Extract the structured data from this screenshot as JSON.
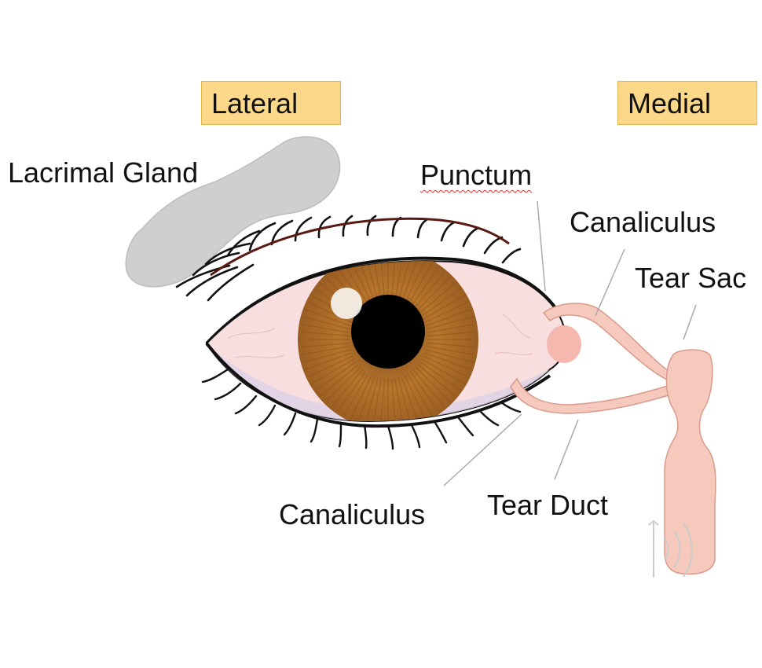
{
  "orientation": {
    "lateral_label": "Lateral",
    "medial_label": "Medial"
  },
  "labels": {
    "lacrimal_gland": "Lacrimal Gland",
    "punctum": "Punctum",
    "canaliculus_upper": "Canaliculus",
    "tear_sac": "Tear Sac",
    "canaliculus_lower": "Canaliculus",
    "tear_duct": "Tear Duct"
  },
  "colors": {
    "tag_fill": "#fcd98a",
    "iris": "#b7752c",
    "pupil": "#000000",
    "sclera": "#f8dede",
    "duct": "#f6c9bd",
    "gland": "#cfcfcf",
    "leader_line": "#aaaaaa"
  },
  "icons": {
    "audio": "speaker-sound-icon"
  }
}
